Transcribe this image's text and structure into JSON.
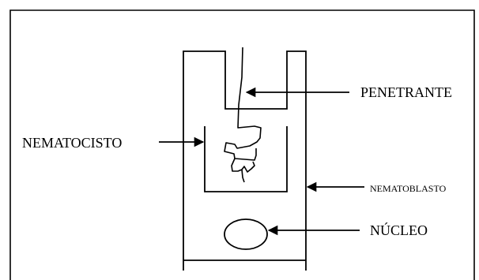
{
  "diagram": {
    "labels": {
      "penetrante": "PENETRANTE",
      "nematocisto": "NEMATOCISTO",
      "nematoblasto": "NEMATOBLASTO",
      "nucleo": "NÚCLEO"
    }
  }
}
